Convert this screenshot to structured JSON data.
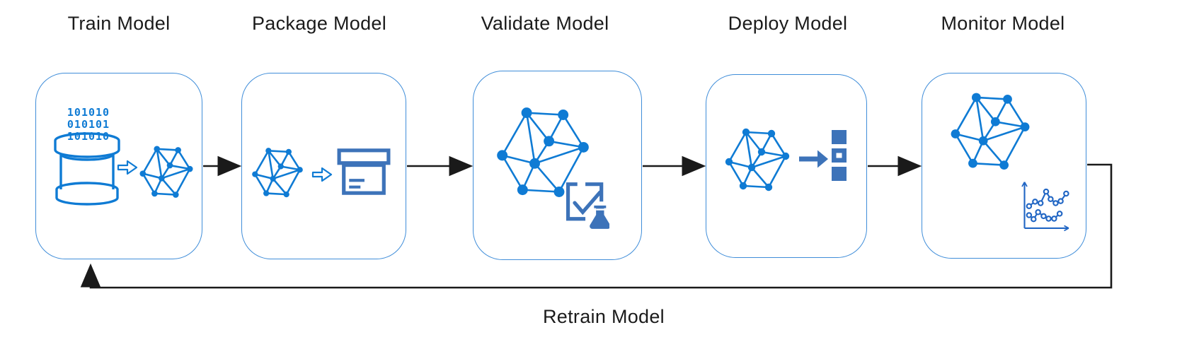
{
  "diagram": {
    "stages": [
      {
        "label": "Train Model"
      },
      {
        "label": "Package Model"
      },
      {
        "label": "Validate Model"
      },
      {
        "label": "Deploy Model"
      },
      {
        "label": "Monitor Model"
      }
    ],
    "feedback_label": "Retrain Model",
    "train_binary_rows": [
      "101010",
      "010101",
      "101010"
    ],
    "icons": {
      "train": [
        "database-icon",
        "hollow-arrow-icon",
        "model-graph-icon"
      ],
      "package": [
        "model-graph-icon",
        "hollow-arrow-icon",
        "package-box-icon"
      ],
      "validate": [
        "model-graph-icon",
        "check-flask-icon"
      ],
      "deploy": [
        "model-graph-icon",
        "deploy-arrow-icon",
        "deployment-slots-icon"
      ],
      "monitor": [
        "model-graph-icon",
        "metrics-chart-icon"
      ]
    },
    "colors": {
      "model_graph_blue": "#0f7bd4",
      "accent_steel_blue": "#3d73b9",
      "chart_blue": "#2166c4",
      "box_border_blue": "#3f8dd9",
      "flow_arrow_black": "#1a1a1a",
      "title_text": "#1b1b1b"
    }
  }
}
